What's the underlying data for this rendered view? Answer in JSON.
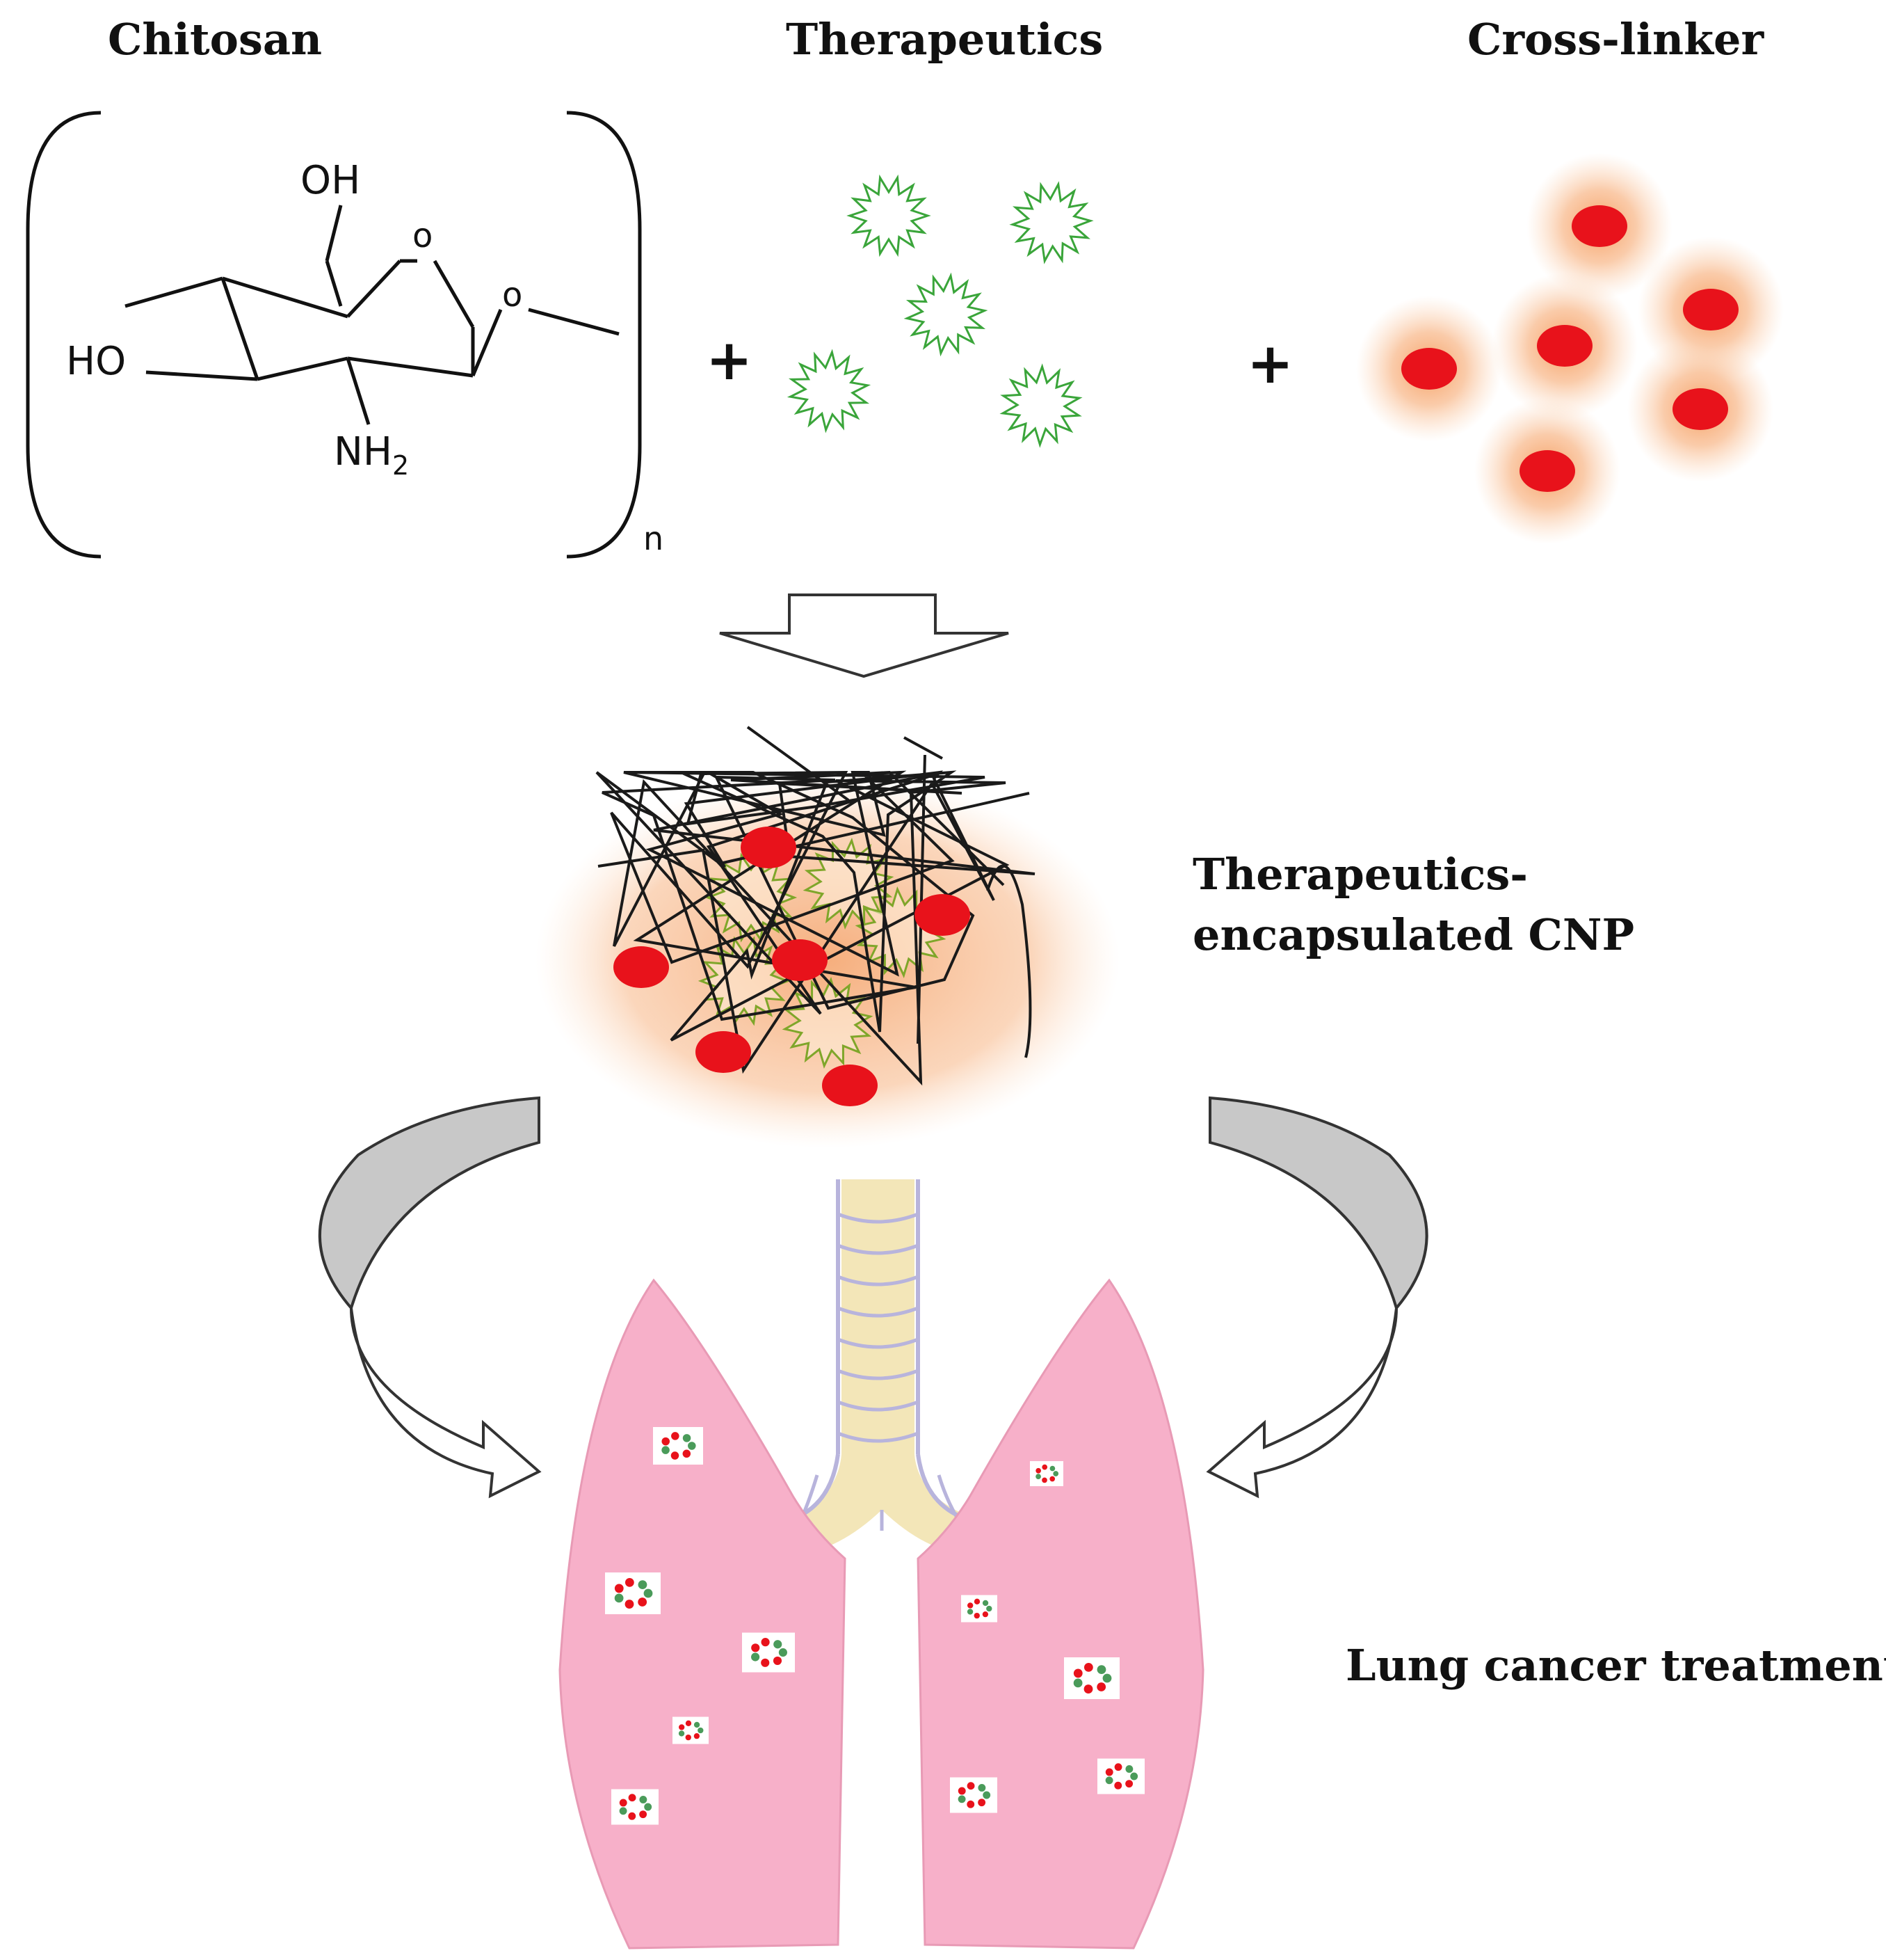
{
  "labels": {
    "chitosan": "Chitosan",
    "therapeutics": "Therapeutics",
    "crosslinker": "Cross-linker",
    "cnp_line1": "Therapeutics-",
    "cnp_line2": "encapsulated CNP",
    "lung": "Lung cancer treatment"
  },
  "chemistry": {
    "oh_top": "OH",
    "ho_left": "HO",
    "nh": "NH",
    "nh_sub": "2",
    "ring_o": "o",
    "link_o": "o",
    "repeat": "n"
  },
  "operators": {
    "plus1": "+",
    "plus2": "+"
  },
  "colors": {
    "star": "#3aa53a",
    "dot": "#e8121b",
    "glow": "#f6a56b",
    "lung": "#f7b0c9",
    "trachea": "#f3e6b8",
    "trachea_edge": "#b8b4dc",
    "curved_arrow": "#c8c8c8"
  }
}
